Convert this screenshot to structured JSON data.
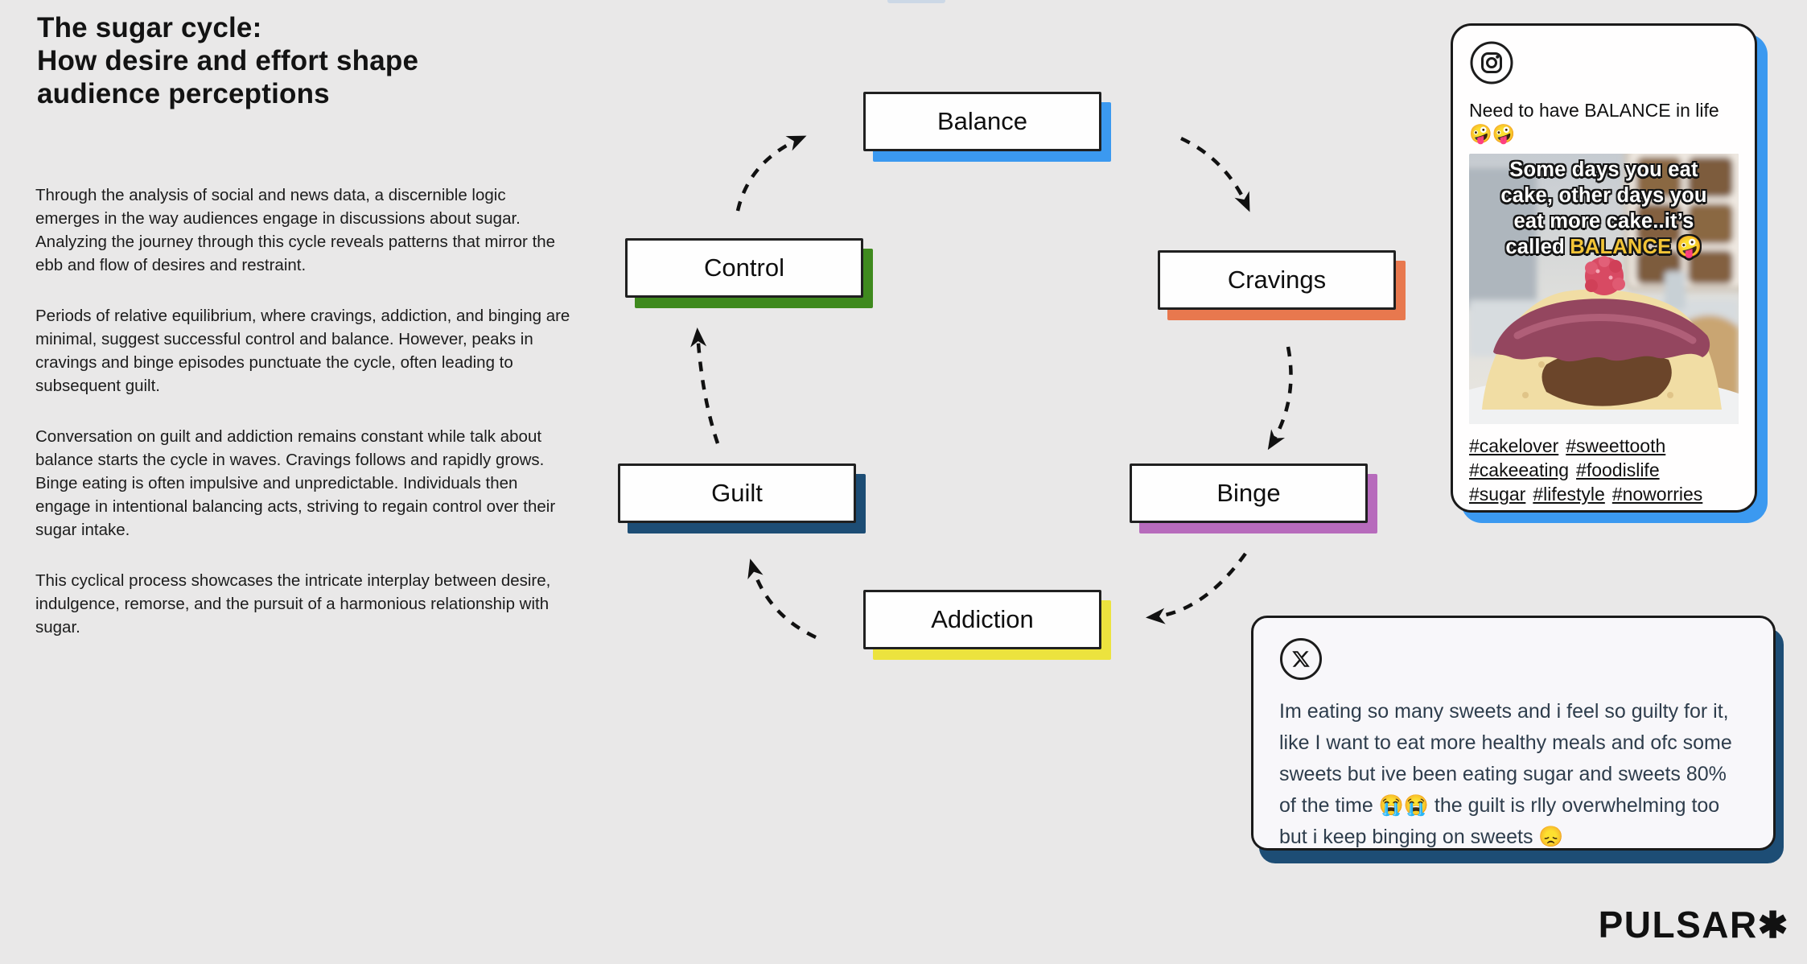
{
  "page": {
    "background_color": "#e9e8e8"
  },
  "header": {
    "title": "The sugar cycle:\nHow desire and effort shape\naudience perceptions"
  },
  "article": {
    "paragraphs": [
      "Through the analysis of social and news data, a discernible logic emerges in the way audiences engage in discussions about sugar. Analyzing the journey through this cycle reveals patterns that mirror the ebb and flow of desires and restraint.",
      "Periods of relative equilibrium, where cravings, addiction, and binging are minimal, suggest successful control and balance. However, peaks in cravings and binge episodes punctuate the cycle, often leading to subsequent guilt.",
      "Conversation on guilt and addiction remains constant while talk about balance starts the cycle in waves. Cravings follows and rapidly grows. Binge eating is often impulsive and unpredictable. Individuals then engage in intentional balancing acts, striving to regain control over their sugar intake.",
      "This cyclical process showcases the intricate interplay between desire, indulgence, remorse, and the pursuit of a harmonious relationship with sugar."
    ]
  },
  "cycle": {
    "direction": "clockwise",
    "nodes": [
      {
        "label": "Balance",
        "shadow_color": "#3b99f0"
      },
      {
        "label": "Cravings",
        "shadow_color": "#e8784e"
      },
      {
        "label": "Binge",
        "shadow_color": "#b76bbc"
      },
      {
        "label": "Addiction",
        "shadow_color": "#ece33e"
      },
      {
        "label": "Guilt",
        "shadow_color": "#1d4d75"
      },
      {
        "label": "Control",
        "shadow_color": "#3f8a1e"
      }
    ],
    "edges": [
      {
        "from": "Control",
        "to": "Balance"
      },
      {
        "from": "Balance",
        "to": "Cravings"
      },
      {
        "from": "Cravings",
        "to": "Binge"
      },
      {
        "from": "Binge",
        "to": "Addiction"
      },
      {
        "from": "Addiction",
        "to": "Guilt"
      },
      {
        "from": "Guilt",
        "to": "Control"
      }
    ]
  },
  "instagram": {
    "icon": "instagram-icon",
    "caption": "Need to have BALANCE in life 🤪🤪",
    "meme": {
      "lines": [
        "Some days you eat",
        "cake, other days you",
        "eat more cake..it’s"
      ],
      "called_word": "called",
      "highlight_word": "BALANCE",
      "highlight_color": "#f2c437",
      "emoji": "🤪"
    },
    "hashtag_rows": [
      [
        "#cakelover",
        "#sweettooth"
      ],
      [
        "#cakeeating",
        "#foodislife"
      ],
      [
        "#sugar",
        "#lifestyle",
        "#noworries"
      ]
    ],
    "shadow_color": "#3b99f0"
  },
  "x_post": {
    "icon": "x-logo-icon",
    "lines": [
      "Im eating so many sweets and i feel so guilty for it,",
      "like I want to eat more healthy meals and ofc some",
      "sweets but ive been eating sugar and sweets 80%",
      "of the time 😭😭 the guilt is rlly overwhelming too",
      "but i keep binging on sweets 😞"
    ],
    "text_color": "#2e3d4c",
    "shadow_color": "#1d4d75"
  },
  "brand": {
    "name": "PULSAR",
    "mark": "✱"
  }
}
